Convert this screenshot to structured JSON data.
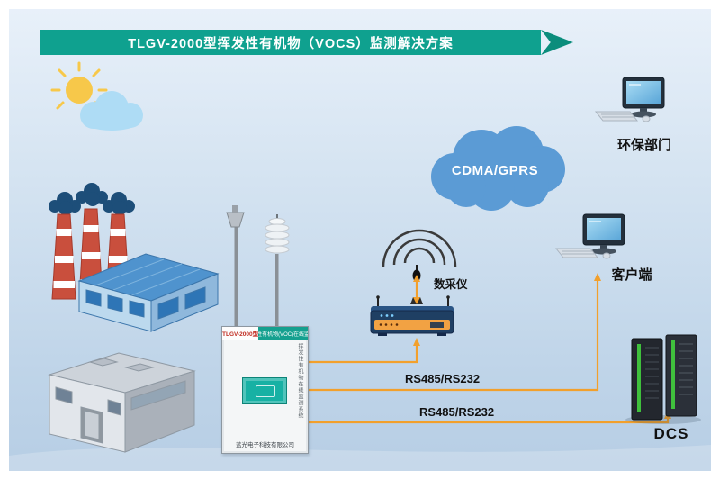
{
  "banner": {
    "title": "TLGV-2000型挥发性有机物（VOCS）监测解决方案"
  },
  "network_cloud": {
    "label": "CDMA/GPRS"
  },
  "nodes": {
    "collector_label": "数采仪",
    "epa_label": "环保部门",
    "client_label": "客户端",
    "dcs_label": "DCS"
  },
  "connections": {
    "rs_link_1": "RS485/RS232",
    "rs_link_2": "RS485/RS232"
  },
  "cabinet": {
    "model": "TLGV-2000型",
    "header": "挥发性有机物(VOC)在线监测仪",
    "side_text": "挥发性有机物在线监测系统",
    "company": "蓝光电子科技有限公司"
  },
  "icons": {
    "sun": "sun-icon",
    "cloud": "cloud-icon",
    "smoke": "smoke-puff-icon",
    "antenna": "antenna-icon",
    "wifi": "wifi-signal-icon"
  },
  "colors": {
    "banner_teal": "#0FA18F",
    "banner_arrow": "#0B8D7C",
    "accent_orange": "#F2A02C",
    "cloud_blue": "#5B9BD5",
    "chimney_red": "#C94F3D",
    "background_top": "#E9F1FA",
    "background_bottom": "#B6CDE4"
  }
}
